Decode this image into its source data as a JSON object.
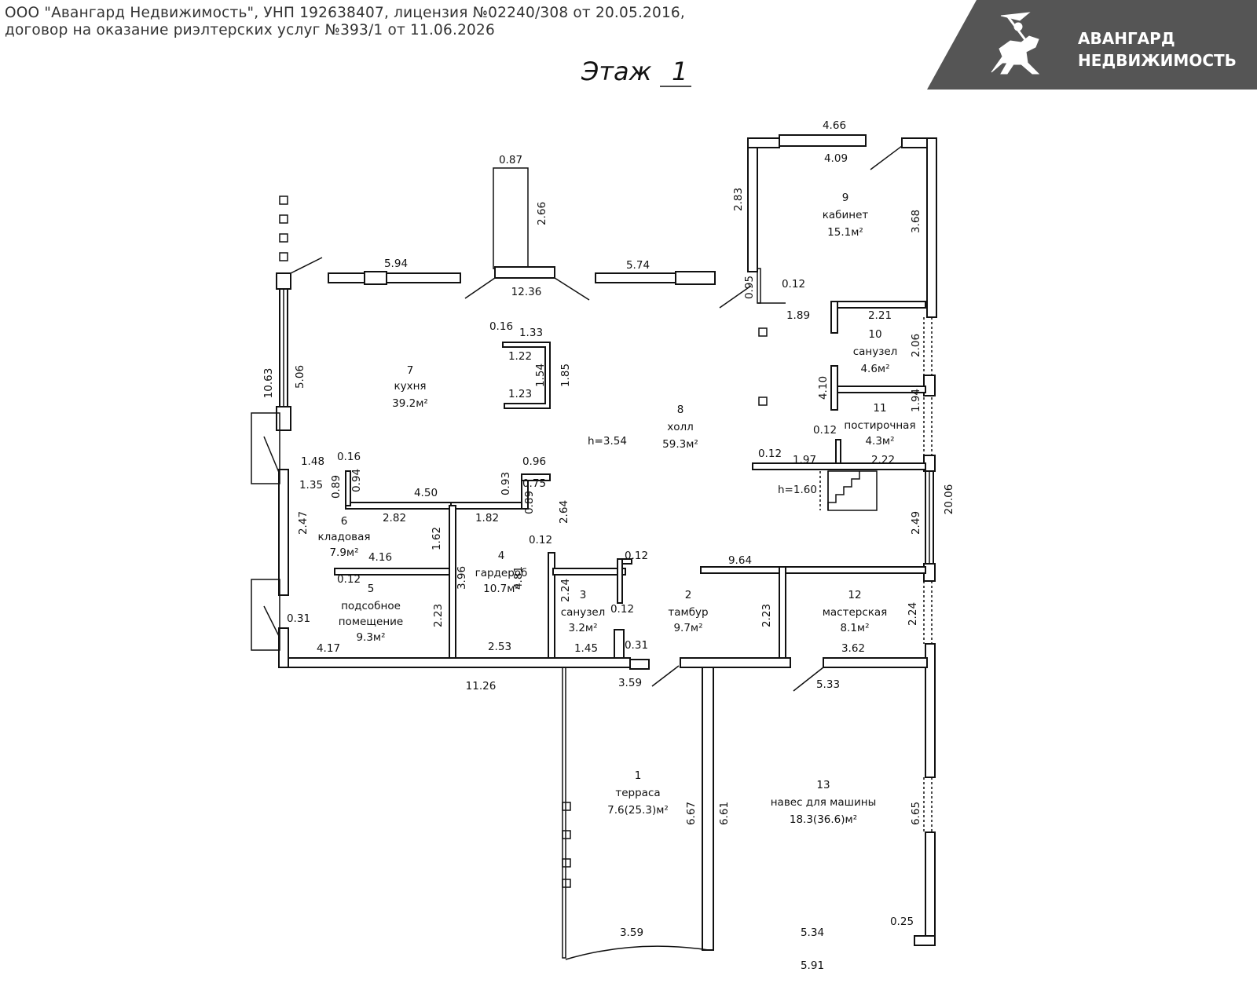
{
  "header": {
    "line1": "ООО \"Авангард Недвижимость\", УНП 192638407, лицензия №02240/308 от 20.05.2016,",
    "line2": "договор на оказание риэлтерских услуг №393/1 от 11.06.2026"
  },
  "logo": {
    "line1": "АВАНГАРД",
    "line2": "НЕДВИЖИМОСТЬ",
    "bg_color": "#555555",
    "text_color": "#ffffff",
    "icon": "knight-on-horse-icon"
  },
  "floor": {
    "label": "Этаж",
    "number": "1"
  },
  "rooms": [
    {
      "num": "1",
      "name": "терраса",
      "area": "7.6(25.3)м²"
    },
    {
      "num": "2",
      "name": "тамбур",
      "area": "9.7м²"
    },
    {
      "num": "3",
      "name": "санузел",
      "area": "3.2м²"
    },
    {
      "num": "4",
      "name": "гардероб",
      "area": "10.7м²"
    },
    {
      "num": "5",
      "name": "подсобное",
      "name2": "помещение",
      "area": "9.3м²"
    },
    {
      "num": "6",
      "name": "кладовая",
      "area": "7.9м²"
    },
    {
      "num": "7",
      "name": "кухня",
      "area": "39.2м²"
    },
    {
      "num": "8",
      "name": "холл",
      "area": "59.3м²"
    },
    {
      "num": "9",
      "name": "кабинет",
      "area": "15.1м²"
    },
    {
      "num": "10",
      "name": "санузел",
      "area": "4.6м²"
    },
    {
      "num": "11",
      "name": "постирочная",
      "area": "4.3м²"
    },
    {
      "num": "12",
      "name": "мастерская",
      "area": "8.1м²"
    },
    {
      "num": "13",
      "name": "навес для машины",
      "area": "18.3(36.6)м²"
    }
  ],
  "heights": [
    "h=3.54",
    "h=1.60"
  ],
  "dimensions": [
    "4.66",
    "4.09",
    "0.87",
    "2.66",
    "2.83",
    "3.68",
    "5.94",
    "5.74",
    "12.36",
    "0.95",
    "0.12",
    "1.89",
    "2.21",
    "2.06",
    "0.16",
    "1.33",
    "1.22",
    "1.54",
    "1.85",
    "1.23",
    "10.63",
    "5.06",
    "4.10",
    "1.94",
    "0.12",
    "0.12",
    "1.97",
    "2.22",
    "20.06",
    "1.48",
    "0.16",
    "1.35",
    "0.89",
    "0.94",
    "4.50",
    "0.93",
    "0.96",
    "0.75",
    "0.89",
    "2.64",
    "2.82",
    "1.82",
    "2.49",
    "2.47",
    "1.62",
    "0.12",
    "0.12",
    "9.64",
    "4.16",
    "3.96",
    "4.81",
    "0.12",
    "2.24",
    "0.12",
    "2.23",
    "2.23",
    "2.24",
    "0.31",
    "4.17",
    "2.53",
    "1.45",
    "0.31",
    "3.62",
    "11.26",
    "3.59",
    "5.33",
    "6.67",
    "6.61",
    "6.65",
    "3.59",
    "0.25",
    "5.34",
    "5.91"
  ]
}
